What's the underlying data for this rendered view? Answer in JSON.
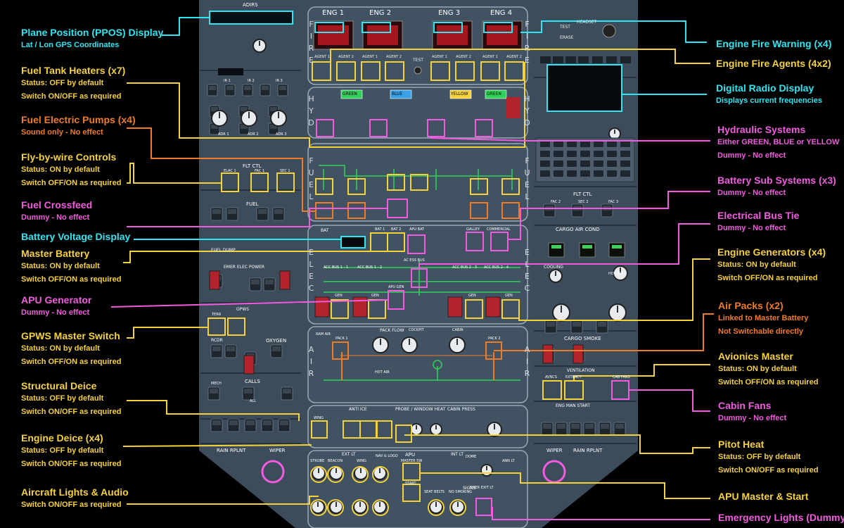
{
  "colors": {
    "cyan": "#2ee6f2",
    "yellow": "#f5d23a",
    "orange": "#f07b24",
    "magenta": "#f25ae0",
    "panel": "#3b4a58",
    "bg": "#000000"
  },
  "left": [
    {
      "id": "ppos",
      "title": "Plane Position (PPOS) Display",
      "lines": [
        "Lat / Lon GPS Coordinates"
      ],
      "color": "cyan"
    },
    {
      "id": "fuel-heaters",
      "title": "Fuel Tank Heaters (x7)",
      "lines": [
        "Status: OFF by default",
        "Switch ON/OFF as required"
      ],
      "color": "yellow"
    },
    {
      "id": "fuel-pumps",
      "title": "Fuel Electric Pumps (x4)",
      "lines": [
        "Sound only - No effect"
      ],
      "color": "orange"
    },
    {
      "id": "fbw",
      "title": "Fly-by-wire Controls",
      "lines": [
        "Status: ON by default",
        "Switch OFF/ON as required"
      ],
      "color": "yellow"
    },
    {
      "id": "crossfeed",
      "title": "Fuel Crossfeed",
      "lines": [
        "Dummy - No effect"
      ],
      "color": "magenta"
    },
    {
      "id": "batt-volt",
      "title": "Battery Voltage Display",
      "lines": [],
      "color": "cyan"
    },
    {
      "id": "master-batt",
      "title": "Master Battery",
      "lines": [
        "Status: ON by default",
        "Switch OFF/ON as required"
      ],
      "color": "yellow"
    },
    {
      "id": "apu-gen",
      "title": "APU Generator",
      "lines": [
        "Dummy - No effect"
      ],
      "color": "magenta"
    },
    {
      "id": "gpws",
      "title": "GPWS Master Switch",
      "lines": [
        "Status: ON by default",
        "Switch OFF/ON as required"
      ],
      "color": "yellow"
    },
    {
      "id": "struct-deice",
      "title": "Structural Deice",
      "lines": [
        "Status: OFF by default",
        "Switch ON/OFF as required"
      ],
      "color": "yellow"
    },
    {
      "id": "eng-deice",
      "title": "Engine Deice (x4)",
      "lines": [
        "Status: OFF by default",
        "Switch ON/OFF as required"
      ],
      "color": "yellow"
    },
    {
      "id": "lights",
      "title": "Aircraft Lights & Audio",
      "lines": [
        "Switch ON/OFF as required"
      ],
      "color": "yellow"
    }
  ],
  "right": [
    {
      "id": "eng-fire-warn",
      "title": "Engine Fire Warning (x4)",
      "lines": [],
      "color": "cyan"
    },
    {
      "id": "eng-fire-agents",
      "title": "Engine Fire Agents (4x2)",
      "lines": [],
      "color": "yellow"
    },
    {
      "id": "radio",
      "title": "Digital Radio Display",
      "lines": [
        "Displays current frequencies"
      ],
      "color": "cyan"
    },
    {
      "id": "hyd",
      "title": "Hydraulic Systems",
      "lines": [
        "Either GREEN, BLUE or YELLOW",
        "Dummy - No effect"
      ],
      "color": "magenta"
    },
    {
      "id": "batt-sub",
      "title": "Battery Sub Systems (x3)",
      "lines": [
        "Dummy - No effect"
      ],
      "color": "magenta"
    },
    {
      "id": "bus-tie",
      "title": "Electrical Bus Tie",
      "lines": [
        "Dummy - No effect"
      ],
      "color": "magenta"
    },
    {
      "id": "eng-gen",
      "title": "Engine Generators (x4)",
      "lines": [
        "Status: ON by default",
        "Switch OFF/ON as required"
      ],
      "color": "yellow"
    },
    {
      "id": "air-packs",
      "title": "Air Packs (x2)",
      "lines": [
        "Linked to Master Battery",
        "Not Switchable directly"
      ],
      "color": "orange"
    },
    {
      "id": "avionics",
      "title": "Avionics Master",
      "lines": [
        "Status: ON by default",
        "Switch OFF/ON as required"
      ],
      "color": "yellow"
    },
    {
      "id": "cabin-fans",
      "title": "Cabin Fans",
      "lines": [
        "Dummy - No effect"
      ],
      "color": "magenta"
    },
    {
      "id": "pitot",
      "title": "Pitot Heat",
      "lines": [
        "Status: OFF by default",
        "Switch ON/OFF as required"
      ],
      "color": "yellow"
    },
    {
      "id": "apu-master",
      "title": "APU Master & Start",
      "lines": [],
      "color": "yellow"
    },
    {
      "id": "emerg-lights",
      "title": "Emergency Lights (Dummy)",
      "lines": [],
      "color": "magenta"
    }
  ],
  "panel": {
    "adirs": "ADIRS",
    "fire": "FIRE",
    "hyd": "HYD",
    "fuel": "FUEL",
    "elec": "ELEC",
    "air": "AIR",
    "eng": [
      "ENG 1",
      "ENG 2",
      "ENG 3",
      "ENG 4"
    ],
    "agent": [
      "AGENT 1",
      "AGENT 2",
      "AGENT 1",
      "AGENT 2",
      "AGENT 1",
      "AGENT 2",
      "AGENT 1",
      "AGENT 2"
    ],
    "test": "TEST",
    "headset": "HEADSET",
    "erase": "ERASE",
    "hyd_sys": [
      "GREEN",
      "BLUE",
      "YELLOW",
      "GREEN"
    ],
    "flt_ctl": "FLT CTL",
    "elac": "ELAC 1",
    "fac": "FAC 1",
    "sec": "SEC 1",
    "fac2": "FAC 2",
    "sec2": "SEC 2",
    "fac3": "FAC 3",
    "fuel_lbl": "FUEL",
    "fuel_dump": "FUEL DUMP",
    "bat": "BAT",
    "emer_elec": "EMER ELEC POWER",
    "gpws": "GPWS",
    "terr": "TERR",
    "rcdr": "RCDR",
    "oxygen": "OXYGEN",
    "calls": "CALLS",
    "mech": "MECH",
    "all": "ALL",
    "anti_ice": "ANTI ICE",
    "wing": "WING",
    "probe": "PROBE / WINDOW HEAT",
    "cabin_press": "CABIN PRESS",
    "ext_lt": "EXT LT",
    "apu": "APU",
    "int_lt": "INT LT",
    "signs": "SIGNS",
    "rain": "RAIN RPLNT",
    "wiper": "WIPER",
    "cargo_air": "CARGO AIR COND",
    "cargo_smoke": "CARGO SMOKE",
    "cooling": "COOLING",
    "ventilation": "VENTILATION",
    "avncs": "AVNCS",
    "extract": "EXTRACT",
    "cab_fans": "CAB FANS",
    "eng_man": "ENG MAN START",
    "hot_air": "HOT AIR",
    "pack_flow": "PACK FLOW",
    "cockpit": "COCKPIT",
    "cabin": "CABIN",
    "pack1": "PACK 1",
    "pack2": "PACK 2",
    "ram_air": "RAM AIR",
    "acc_bus": [
      "ACC BUS 1 - 1",
      "ACC BUS 1 - 2",
      "ACC BUS 2 - 3",
      "ACC BUS 2 - 4"
    ],
    "ac_ess": "AC ESS BUS",
    "apu_gen": "APU GEN",
    "gen": "GEN",
    "bat1": "BAT 1",
    "bat2": "BAT 2",
    "apu_bat": "APU BAT",
    "galley": "GALLEY",
    "commercial": "COMMERCIAL",
    "master_sw": "MASTER SW",
    "start": "START",
    "emer_exit": "EMER EXIT LT",
    "strobe": "STROBE",
    "beacon": "BEACON",
    "wing_lt": "WING",
    "nav": "NAV & LOGO",
    "dome": "DOME",
    "seat_belts": "SEAT BELTS",
    "no_smoking": "NO SMOKING",
    "ann_lt": "ANN LT",
    "adr": [
      "ADR 1",
      "ADR 2",
      "ADR 3"
    ],
    "ir": [
      "IR 1",
      "IR 2",
      "IR 3"
    ]
  }
}
